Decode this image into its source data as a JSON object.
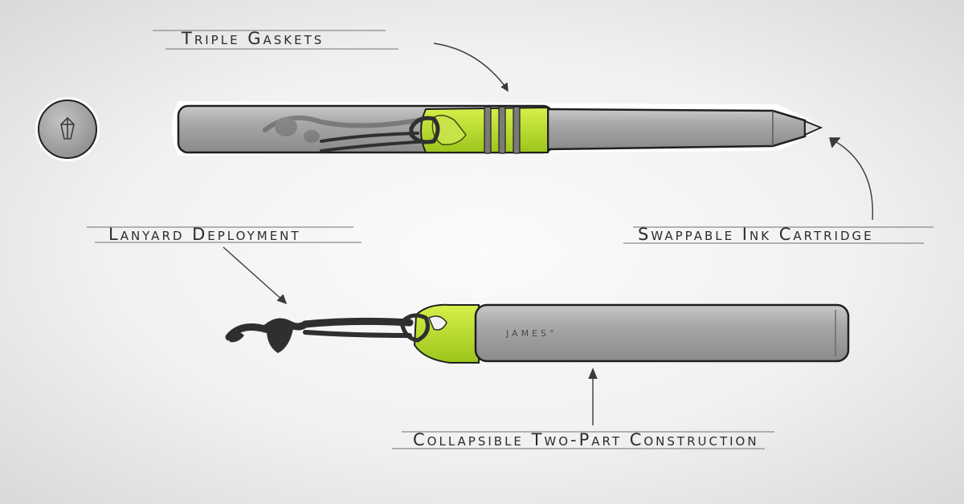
{
  "labels": {
    "triple_gaskets": "Triple Gaskets",
    "swappable_ink": "Swappable Ink Cartridge",
    "lanyard": "Lanyard Deployment",
    "collapsible": "Collapsible Two-Part Construction"
  },
  "brand": "JAMES°",
  "colors": {
    "body": "#9a9a9a",
    "accent": "#b9dc2a",
    "cord": "#2f2f2f",
    "ink": "#2b2b2b"
  }
}
